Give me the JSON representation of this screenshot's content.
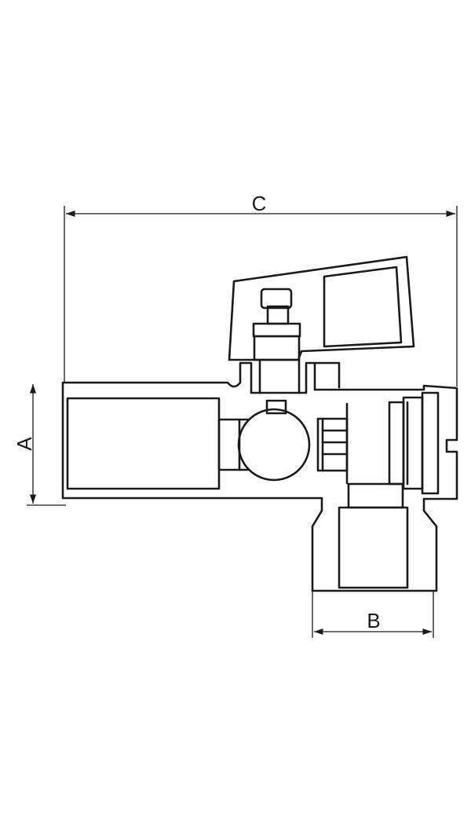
{
  "diagram": {
    "dimension_labels": {
      "a": "A",
      "b": "B",
      "c": "C"
    },
    "line_color": "#1a1a1a",
    "background": "#ffffff"
  }
}
